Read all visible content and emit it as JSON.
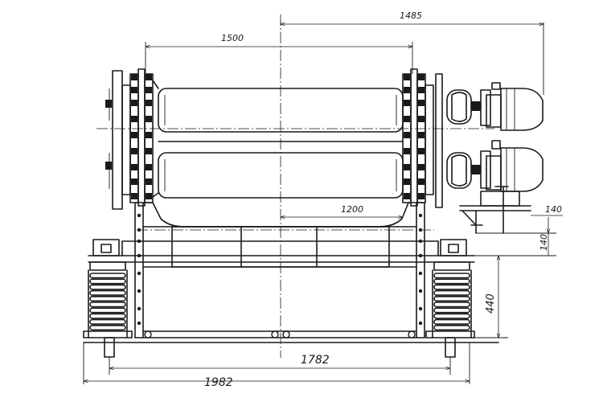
{
  "dimensions": {
    "d1485": "1485",
    "d1500": "1500",
    "d1200": "1200",
    "d140_right": "140",
    "d140_vertical": "140",
    "d440": "440",
    "d1782": "1782",
    "d1982": "1982"
  }
}
